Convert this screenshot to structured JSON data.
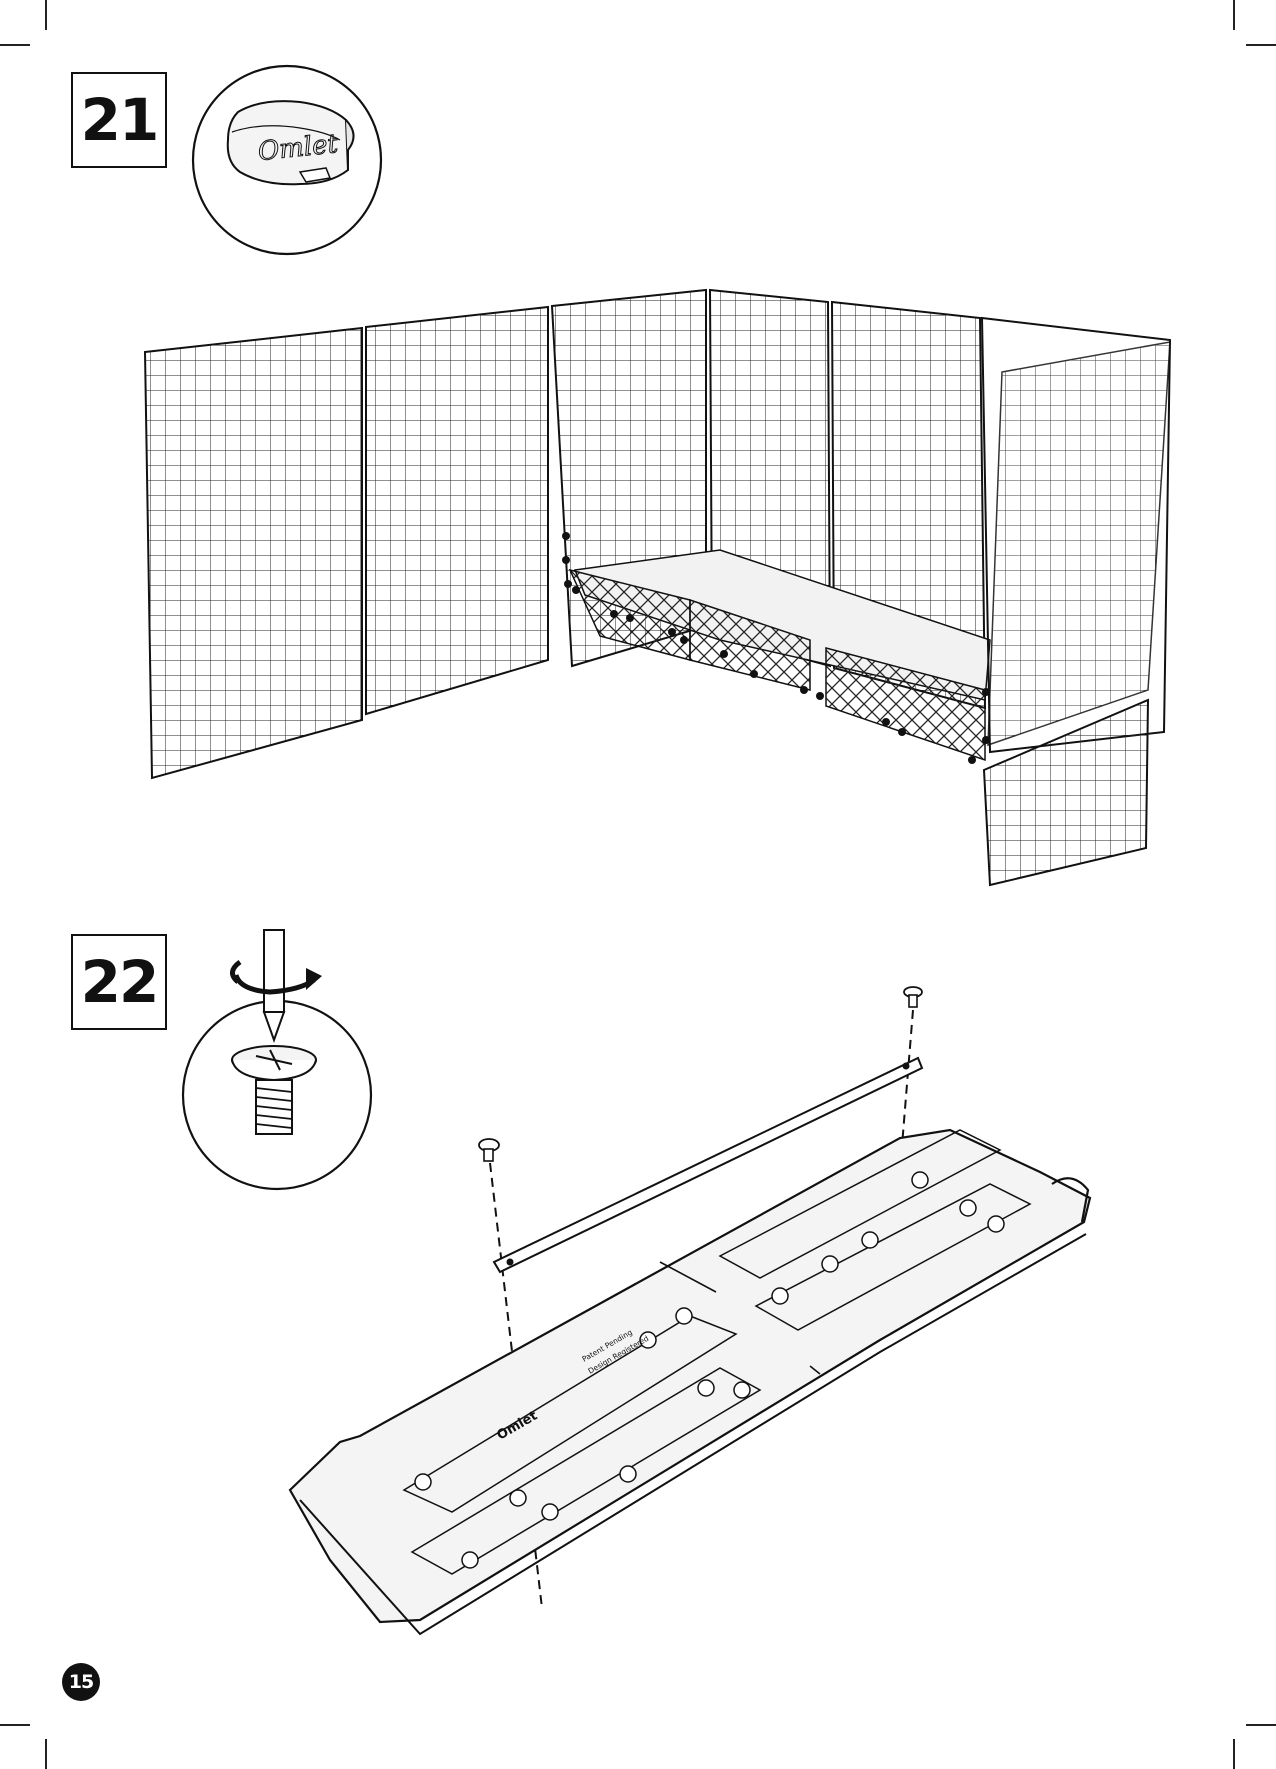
{
  "steps": [
    {
      "number": "21",
      "part_icon": "omlet-clip-icon",
      "part_label": "Omlet"
    },
    {
      "number": "22",
      "tool_icon": "screwdriver-icon",
      "part_icon": "screw-icon"
    }
  ],
  "base_plate_text": {
    "brand": "Omlet",
    "line1": "Patent Pending",
    "line2": "Design Registered"
  },
  "page": {
    "number": "15"
  },
  "colors": {
    "ink": "#111111",
    "paper": "#ffffff",
    "fill": "#f2f2f2"
  }
}
